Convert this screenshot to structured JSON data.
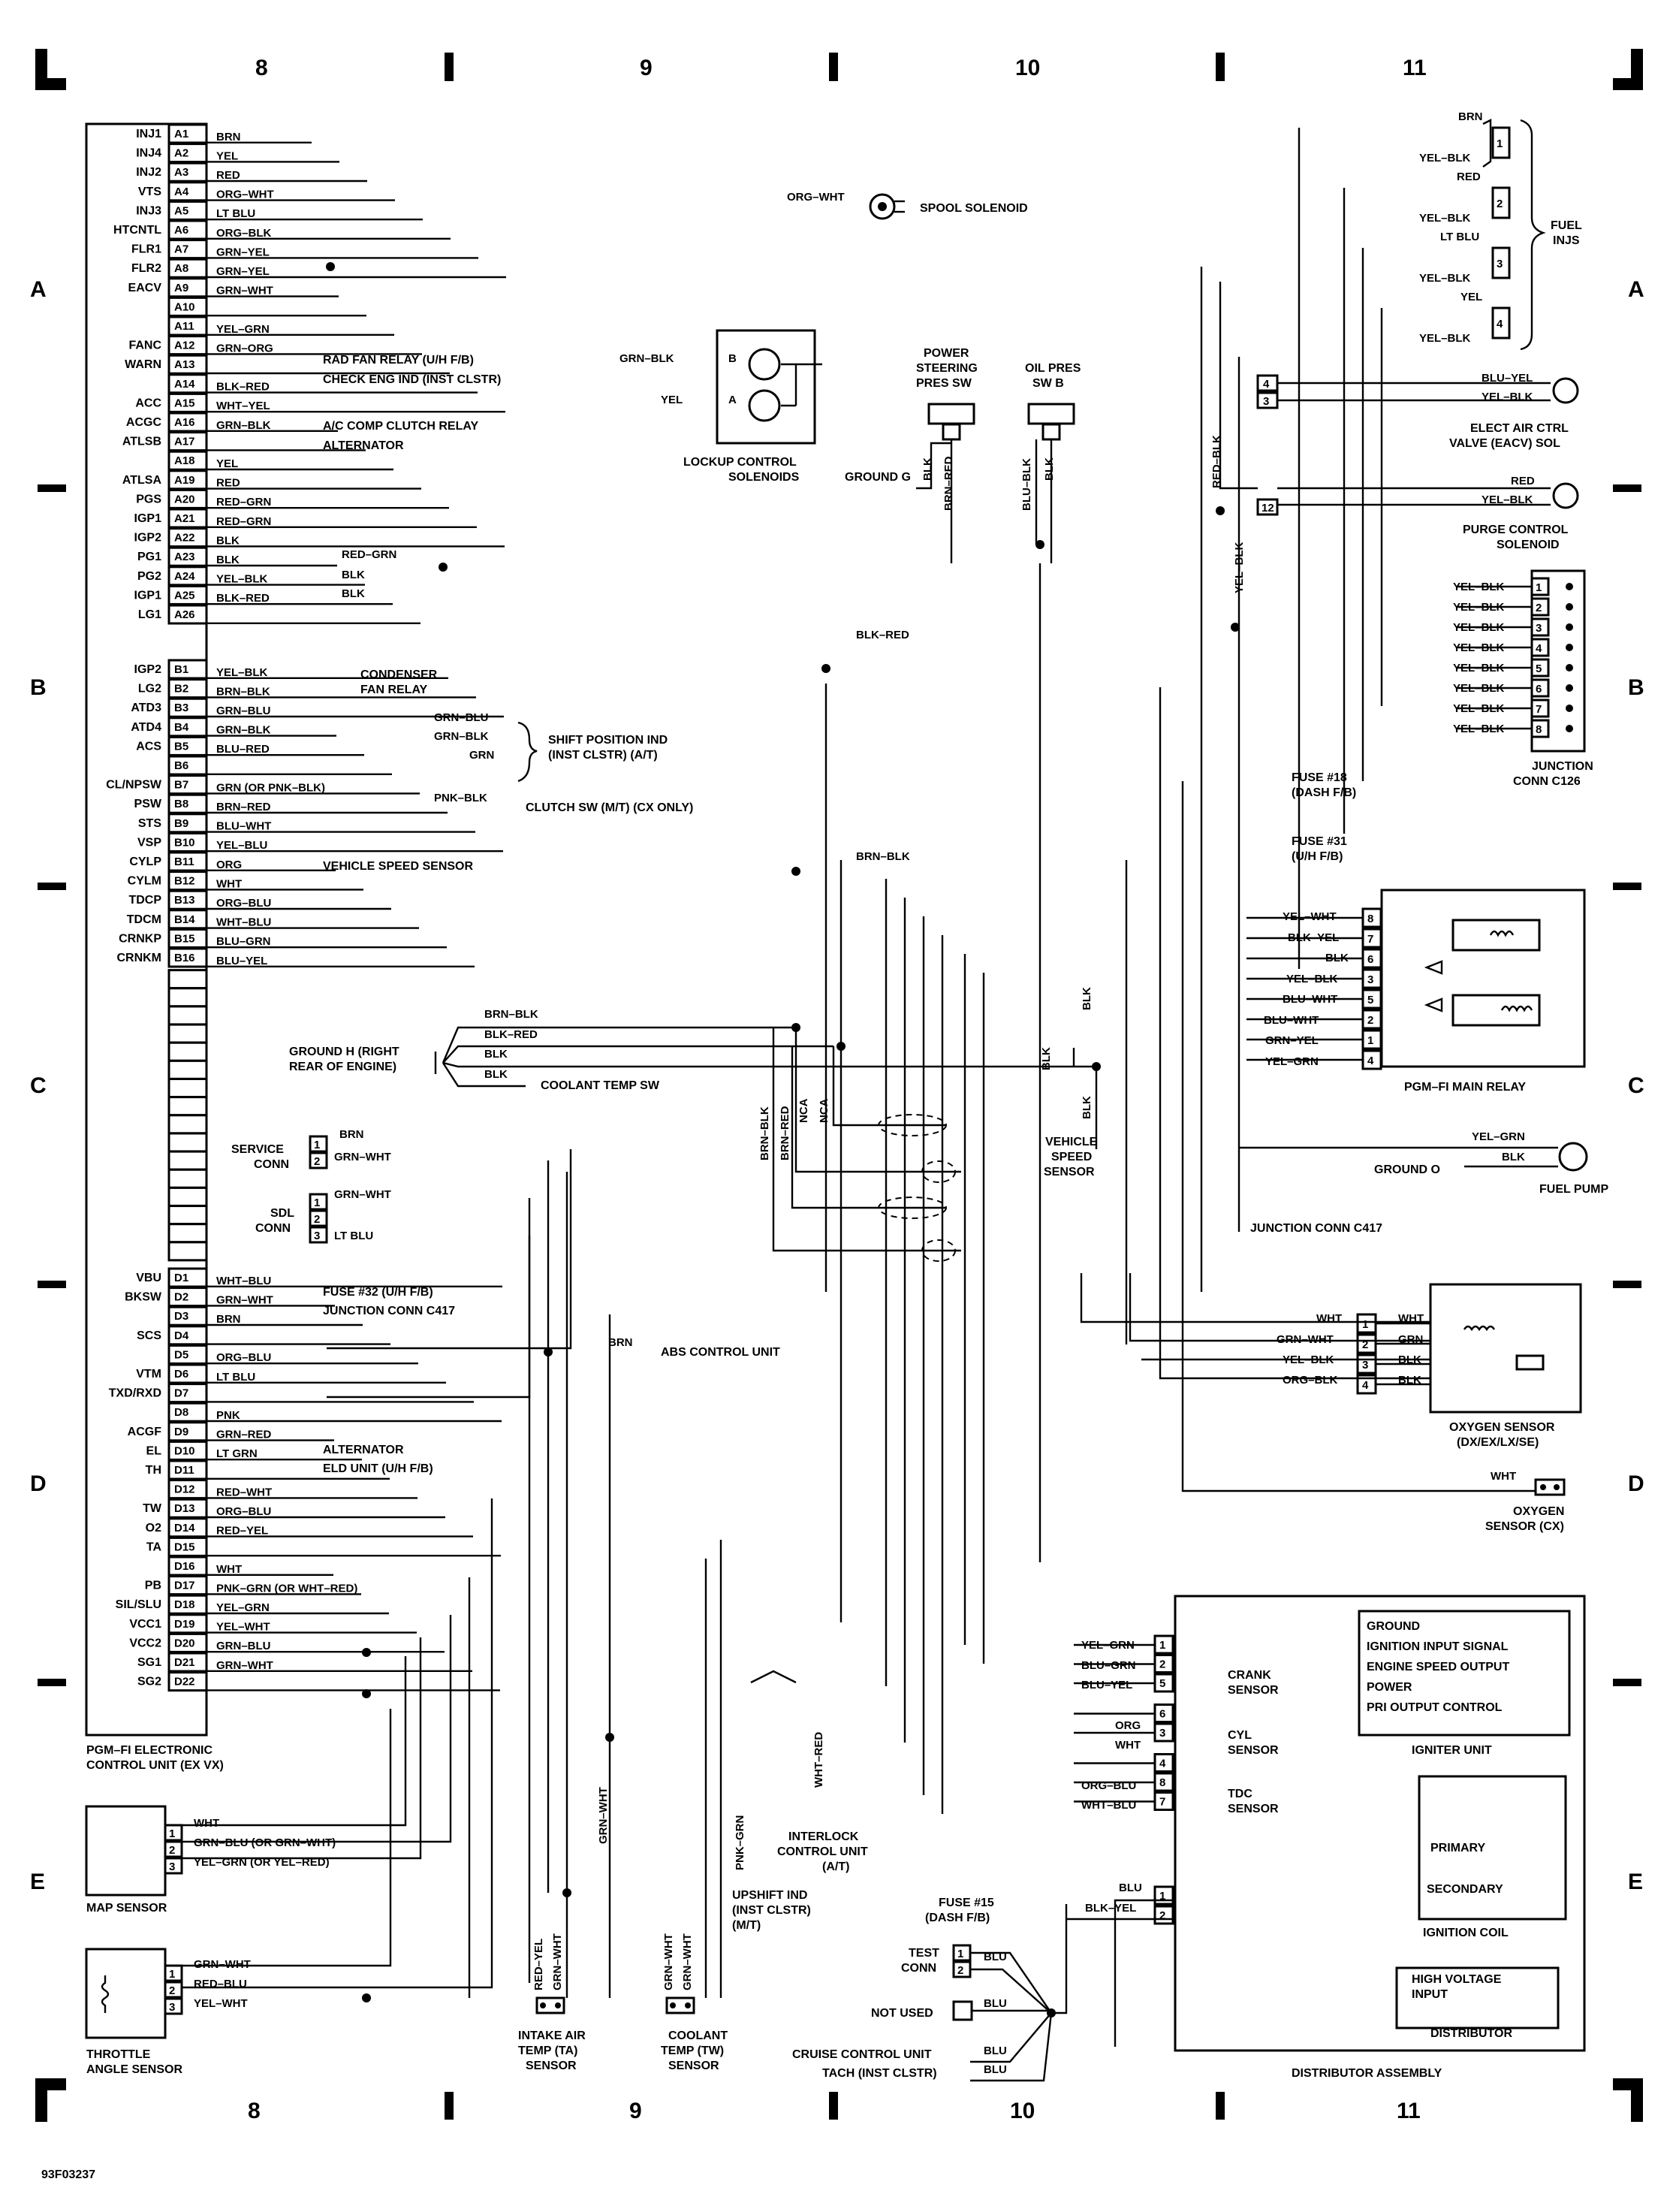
{
  "grid": {
    "columns": [
      "8",
      "9",
      "10",
      "11"
    ],
    "rows": [
      "A",
      "B",
      "C",
      "D",
      "E"
    ]
  },
  "ecu": {
    "title_line1": "PGM–FI ELECTRONIC",
    "title_line2": "CONTROL UNIT (EX VX)",
    "pins": [
      {
        "pin": "A1",
        "sig": "INJ1",
        "wire": "BRN"
      },
      {
        "pin": "A2",
        "sig": "INJ4",
        "wire": "YEL"
      },
      {
        "pin": "A3",
        "sig": "INJ2",
        "wire": "RED"
      },
      {
        "pin": "A4",
        "sig": "VTS",
        "wire": "ORG–WHT"
      },
      {
        "pin": "A5",
        "sig": "INJ3",
        "wire": "LT BLU"
      },
      {
        "pin": "A6",
        "sig": "HTCNTL",
        "wire": "ORG–BLK"
      },
      {
        "pin": "A7",
        "sig": "FLR1",
        "wire": "GRN–YEL"
      },
      {
        "pin": "A8",
        "sig": "FLR2",
        "wire": "GRN–YEL"
      },
      {
        "pin": "A9",
        "sig": "EACV",
        "wire": "GRN–WHT"
      },
      {
        "pin": "A10",
        "sig": "",
        "wire": ""
      },
      {
        "pin": "A11",
        "sig": "",
        "wire": "YEL–GRN"
      },
      {
        "pin": "A12",
        "sig": "FANC",
        "wire": "GRN–ORG"
      },
      {
        "pin": "A13",
        "sig": "WARN",
        "wire": ""
      },
      {
        "pin": "A14",
        "sig": "",
        "wire": "BLK–RED"
      },
      {
        "pin": "A15",
        "sig": "ACC",
        "wire": "WHT–YEL"
      },
      {
        "pin": "A16",
        "sig": "ACGC",
        "wire": "GRN–BLK"
      },
      {
        "pin": "A17",
        "sig": "ATLSB",
        "wire": ""
      },
      {
        "pin": "A18",
        "sig": "",
        "wire": "YEL"
      },
      {
        "pin": "A19",
        "sig": "ATLSA",
        "wire": "RED"
      },
      {
        "pin": "A20",
        "sig": "PGS",
        "wire": "RED–GRN"
      },
      {
        "pin": "A21",
        "sig": "IGP1",
        "wire": "RED–GRN"
      },
      {
        "pin": "A22",
        "sig": "IGP2",
        "wire": "BLK"
      },
      {
        "pin": "A23",
        "sig": "PG1",
        "wire": "BLK"
      },
      {
        "pin": "A24",
        "sig": "PG2",
        "wire": "YEL–BLK"
      },
      {
        "pin": "A25",
        "sig": "IGP1",
        "wire": "BLK–RED"
      },
      {
        "pin": "A26",
        "sig": "LG1",
        "wire": ""
      },
      {
        "pin": "B1",
        "sig": "IGP2",
        "wire": "YEL–BLK"
      },
      {
        "pin": "B2",
        "sig": "LG2",
        "wire": "BRN–BLK"
      },
      {
        "pin": "B3",
        "sig": "ATD3",
        "wire": "GRN–BLU"
      },
      {
        "pin": "B4",
        "sig": "ATD4",
        "wire": "GRN–BLK"
      },
      {
        "pin": "B5",
        "sig": "ACS",
        "wire": "BLU–RED"
      },
      {
        "pin": "B6",
        "sig": "",
        "wire": ""
      },
      {
        "pin": "B7",
        "sig": "CL/NPSW",
        "wire": "GRN (OR PNK–BLK)"
      },
      {
        "pin": "B8",
        "sig": "PSW",
        "wire": "BRN–RED"
      },
      {
        "pin": "B9",
        "sig": "STS",
        "wire": "BLU–WHT"
      },
      {
        "pin": "B10",
        "sig": "VSP",
        "wire": "YEL–BLU"
      },
      {
        "pin": "B11",
        "sig": "CYLP",
        "wire": "ORG"
      },
      {
        "pin": "B12",
        "sig": "CYLM",
        "wire": "WHT"
      },
      {
        "pin": "B13",
        "sig": "TDCP",
        "wire": "ORG–BLU"
      },
      {
        "pin": "B14",
        "sig": "TDCM",
        "wire": "WHT–BLU"
      },
      {
        "pin": "B15",
        "sig": "CRNKP",
        "wire": "BLU–GRN"
      },
      {
        "pin": "B16",
        "sig": "CRNKM",
        "wire": "BLU–YEL"
      },
      {
        "pin": "D1",
        "sig": "VBU",
        "wire": "WHT–BLU"
      },
      {
        "pin": "D2",
        "sig": "BKSW",
        "wire": "GRN–WHT"
      },
      {
        "pin": "D3",
        "sig": "",
        "wire": "BRN"
      },
      {
        "pin": "D4",
        "sig": "SCS",
        "wire": ""
      },
      {
        "pin": "D5",
        "sig": "",
        "wire": "ORG–BLU"
      },
      {
        "pin": "D6",
        "sig": "VTM",
        "wire": "LT BLU"
      },
      {
        "pin": "D7",
        "sig": "TXD/RXD",
        "wire": ""
      },
      {
        "pin": "D8",
        "sig": "",
        "wire": "PNK"
      },
      {
        "pin": "D9",
        "sig": "ACGF",
        "wire": "GRN–RED"
      },
      {
        "pin": "D10",
        "sig": "EL",
        "wire": "LT GRN"
      },
      {
        "pin": "D11",
        "sig": "TH",
        "wire": ""
      },
      {
        "pin": "D12",
        "sig": "",
        "wire": "RED–WHT"
      },
      {
        "pin": "D13",
        "sig": "TW",
        "wire": "ORG–BLU"
      },
      {
        "pin": "D14",
        "sig": "O2",
        "wire": "RED–YEL"
      },
      {
        "pin": "D15",
        "sig": "TA",
        "wire": ""
      },
      {
        "pin": "D16",
        "sig": "",
        "wire": "WHT"
      },
      {
        "pin": "D17",
        "sig": "PB",
        "wire": "PNK–GRN (OR WHT–RED)"
      },
      {
        "pin": "D18",
        "sig": "SIL/SLU",
        "wire": "YEL–GRN"
      },
      {
        "pin": "D19",
        "sig": "VCC1",
        "wire": "YEL–WHT"
      },
      {
        "pin": "D20",
        "sig": "VCC2",
        "wire": "GRN–BLU"
      },
      {
        "pin": "D21",
        "sig": "SG1",
        "wire": "GRN–WHT"
      },
      {
        "pin": "D22",
        "sig": "SG2",
        "wire": ""
      }
    ]
  },
  "labels": {
    "spool_solenoid": "SPOOL SOLENOID",
    "fuel_inj": "FUEL INJS",
    "rad_fan_relay": "RAD FAN RELAY (U/H F/B)",
    "check_eng": "CHECK ENG IND (INST CLSTR)",
    "ac_comp": "A/C COMP CLUTCH RELAY",
    "alternator": "ALTERNATOR",
    "lockup_line1": "LOCKUP CONTROL",
    "lockup_line2": "SOLENOIDS",
    "power_steering_line1": "POWER",
    "power_steering_line2": "STEERING",
    "power_steering_line3": "PRES SW",
    "oil_pres_line1": "OIL PRES",
    "oil_pres_line2": "SW B",
    "ground_g": "GROUND G",
    "eacv_line1": "ELECT AIR CTRL",
    "eacv_line2": "VALVE (EACV) SOL",
    "purge_line1": "PURGE CONTROL",
    "purge_line2": "SOLENOID",
    "junction_c126_line1": "JUNCTION",
    "junction_c126_line2": "CONN C126",
    "condenser_line1": "CONDENSER",
    "condenser_line2": "FAN RELAY",
    "shift_line1": "SHIFT POSITION IND",
    "shift_line2": "(INST CLSTR) (A/T)",
    "clutch_sw": "CLUTCH SW (M/T) (CX ONLY)",
    "vss": "VEHICLE SPEED SENSOR",
    "fuse18_line1": "FUSE #18",
    "fuse18_line2": "(DASH F/B)",
    "fuse31_line1": "FUSE #31",
    "fuse31_line2": "(U/H F/B)",
    "main_relay": "PGM–FI MAIN RELAY",
    "ground_h_line1": "GROUND H (RIGHT",
    "ground_h_line2": "REAR OF ENGINE)",
    "coolant_temp_sw": "COOLANT TEMP SW",
    "vss2_line1": "VEHICLE",
    "vss2_line2": "SPEED",
    "vss2_line3": "SENSOR",
    "ground_o": "GROUND O",
    "fuel_pump": "FUEL PUMP",
    "service_line1": "SERVICE",
    "service_line2": "CONN",
    "sdl_line1": "SDL",
    "sdl_line2": "CONN",
    "junction_c417": "JUNCTION CONN C417",
    "fuse32": "FUSE #32 (U/H F/B)",
    "junction_c417b": "JUNCTION CONN C417",
    "abs": "ABS CONTROL UNIT",
    "oxygen_line1": "OXYGEN SENSOR",
    "oxygen_line2": "(DX/EX/LX/SE)",
    "alternator2": "ALTERNATOR",
    "eld": "ELD UNIT (U/H F/B)",
    "oxygen_cx_line1": "OXYGEN",
    "oxygen_cx_line2": "SENSOR (CX)",
    "igniter_items": [
      "GROUND",
      "IGNITION INPUT SIGNAL",
      "ENGINE SPEED OUTPUT",
      "POWER",
      "PRI OUTPUT CONTROL"
    ],
    "igniter_unit": "IGNITER UNIT",
    "crank_line1": "CRANK",
    "crank_line2": "SENSOR",
    "cyl_line1": "CYL",
    "cyl_line2": "SENSOR",
    "tdc_line1": "TDC",
    "tdc_line2": "SENSOR",
    "primary": "PRIMARY",
    "secondary": "SECONDARY",
    "ignition_coil": "IGNITION COIL",
    "hv_line1": "HIGH VOLTAGE",
    "hv_line2": "INPUT",
    "distributor": "DISTRIBUTOR",
    "distributor_assembly": "DISTRIBUTOR ASSEMBLY",
    "interlock_line1": "INTERLOCK",
    "interlock_line2": "CONTROL UNIT",
    "interlock_line3": "(A/T)",
    "upshift_line1": "UPSHIFT IND",
    "upshift_line2": "(INST CLSTR)",
    "upshift_line3": "(M/T)",
    "fuse15_line1": "FUSE #15",
    "fuse15_line2": "(DASH F/B)",
    "test_line1": "TEST",
    "test_line2": "CONN",
    "not_used": "NOT USED",
    "cruise": "CRUISE CONTROL UNIT",
    "tach": "TACH (INST CLSTR)",
    "map_sensor": "MAP SENSOR",
    "tas_line1": "THROTTLE",
    "tas_line2": "ANGLE SENSOR",
    "iat_line1": "INTAKE AIR",
    "iat_line2": "TEMP (TA)",
    "iat_line3": "SENSOR",
    "ect_line1": "COOLANT",
    "ect_line2": "TEMP (TW)",
    "ect_line3": "SENSOR",
    "doc_id": "93F03237"
  },
  "wire_labels": {
    "org_wht": "ORG–WHT",
    "brn": "BRN",
    "yel_blk": "YEL–BLK",
    "red": "RED",
    "lt_blu": "LT BLU",
    "yel": "YEL",
    "grn_blk": "GRN–BLK",
    "blu_yel": "BLU–YEL",
    "red_blk": "RED–BLK",
    "blk": "BLK",
    "blk_red": "BLK–RED",
    "blu_blk": "BLU–BLK",
    "brn_red": "BRN–RED",
    "red_grn": "RED–GRN",
    "grn_blu": "GRN–BLU",
    "grn": "GRN",
    "pnk_blk": "PNK–BLK",
    "brn_blk": "BRN–BLK",
    "yel_wht": "YEL–WHT",
    "blk_yel": "BLK–YEL",
    "blu_wht": "BLU–WHT",
    "grn_yel": "GRN–YEL",
    "yel_grn": "YEL–GRN",
    "nca": "NCA",
    "grn_wht": "GRN–WHT",
    "wht": "WHT",
    "org_blk": "ORG–BLK",
    "blu_grn": "BLU–GRN",
    "org": "ORG",
    "org_blu": "ORG–BLU",
    "wht_blu": "WHT–BLU",
    "blu": "BLU",
    "blk_yel2": "BLK–YEL",
    "grn_blu_or": "GRN–BLU (OR GRN–WHT)",
    "yel_grn_or": "YEL–GRN (OR YEL–RED)",
    "red_blu": "RED–BLU",
    "pnk_grn": "PNK–GRN",
    "wht_red": "WHT–RED",
    "red_yel": "RED–YEL",
    "b": "B",
    "a": "A"
  }
}
